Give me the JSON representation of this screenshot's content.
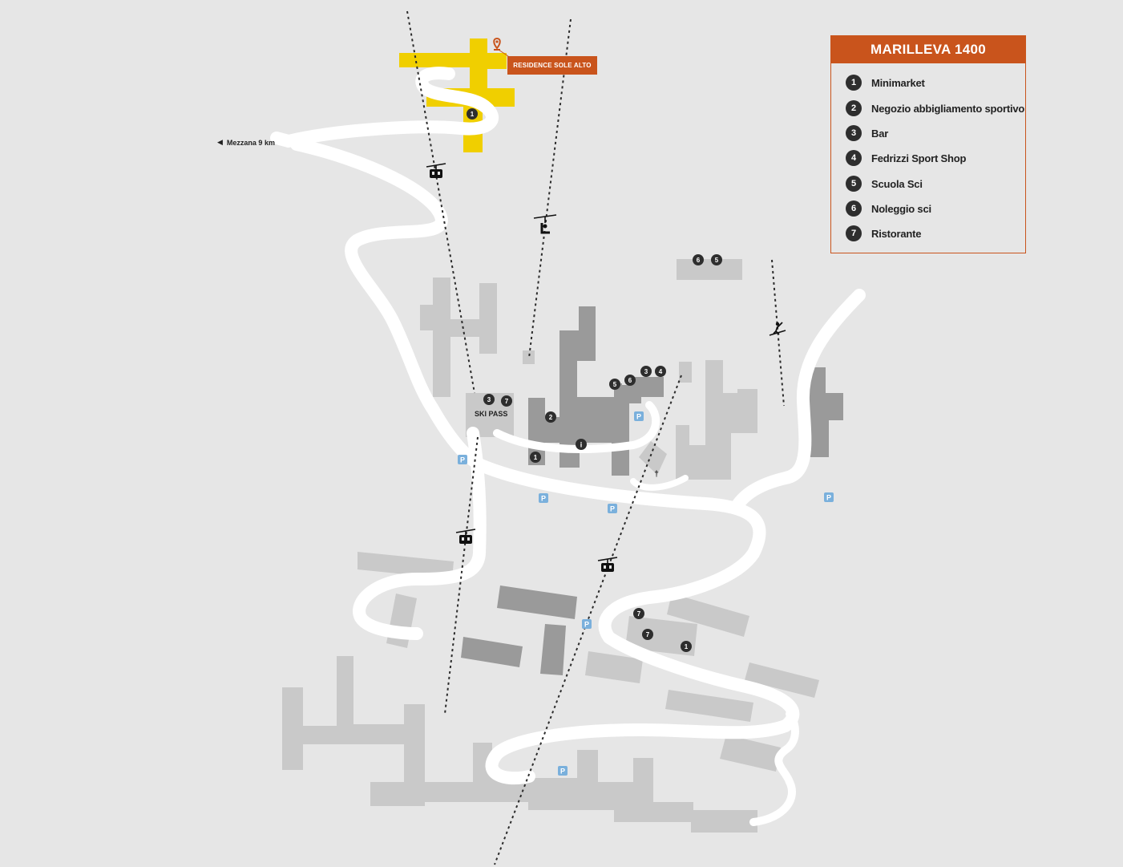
{
  "map": {
    "resort_title": "MARILLEVA 1400",
    "residence_label": "RESIDENCE SOLE ALTO",
    "direction_label": "Mezzana 9 km",
    "ski_pass_label": "SKI PASS",
    "parking_symbol": "P",
    "info_symbol": "i",
    "church_symbol": "†"
  },
  "legend": {
    "items": [
      {
        "num": "1",
        "label": "Minimarket"
      },
      {
        "num": "2",
        "label": "Negozio abbigliamento sportivo"
      },
      {
        "num": "3",
        "label": "Bar"
      },
      {
        "num": "4",
        "label": "Fedrizzi Sport Shop"
      },
      {
        "num": "5",
        "label": "Scuola Sci"
      },
      {
        "num": "6",
        "label": "Noleggio sci"
      },
      {
        "num": "7",
        "label": "Ristorante"
      }
    ]
  },
  "colors": {
    "background": "#e6e6e6",
    "accent": "#c9541c",
    "residence": "#f0cf00",
    "marker": "#2e2e2e",
    "parking": "#7ab0dc",
    "road": "#ffffff"
  },
  "icons": [
    "cable-car-icon",
    "chairlift-icon",
    "ski-lift-icon",
    "location-pin-icon",
    "parking-icon",
    "info-icon",
    "church-icon"
  ]
}
